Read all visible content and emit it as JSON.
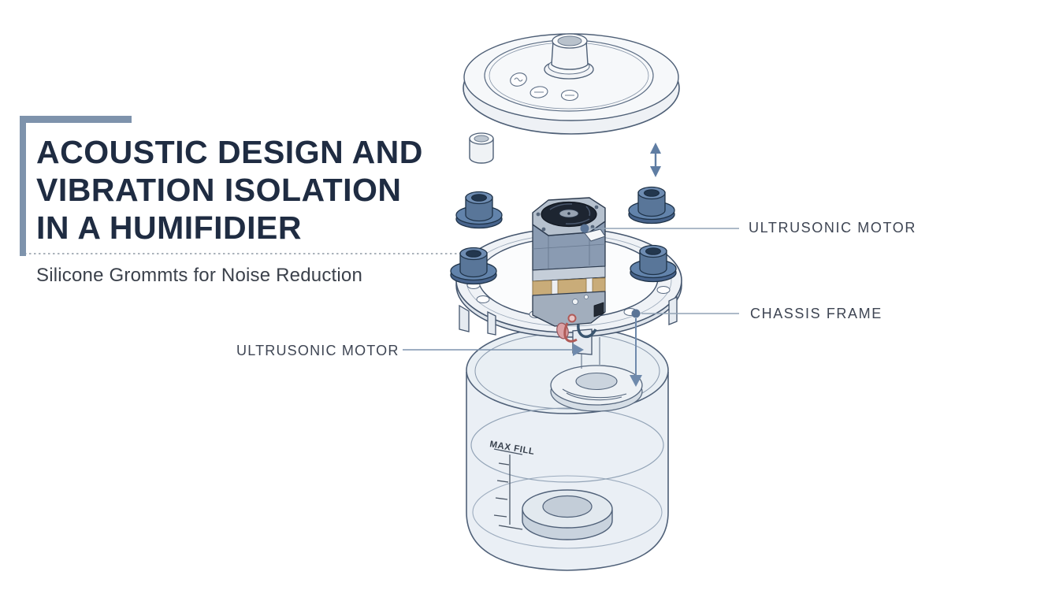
{
  "page": {
    "background": "#ffffff"
  },
  "header": {
    "title_lines": [
      "ACOUSTIC DESIGN AND",
      "VIBRATION ISOLATION",
      "IN A HUMIFIDIER"
    ],
    "subtitle": "Silicone Grommts for Noise Reduction",
    "title_color": "#1f2c42",
    "accent_color": "#7e93ac"
  },
  "callouts": {
    "motor_right": {
      "label": "ULTRUSONIC MOTOR"
    },
    "chassis": {
      "label": "CHASSIS FRAME"
    },
    "motor_left": {
      "label": "ULTRUSONIC MOTOR"
    }
  },
  "diagram": {
    "max_fill_label": "MAX FILL",
    "parts": [
      "top-cover",
      "grommet-sleeve",
      "silicone-grommets",
      "ultrasonic-motor",
      "chassis-frame",
      "water-tank",
      "tank-ring"
    ],
    "icons": {
      "exploded_gap_icon": "double-vertical-arrow",
      "leader_dot_icon": "circle-dot",
      "pointer_icon": "right-arrow",
      "drop_arrow_icon": "down-arrow"
    },
    "colors": {
      "grommet_blue": "#5d7aa2",
      "leader_line": "#92a3b6",
      "arrow_blue": "#6f8aac",
      "outline": "#44556d",
      "gold_band": "#c9ac79",
      "fan_dark": "#1d2531"
    }
  }
}
